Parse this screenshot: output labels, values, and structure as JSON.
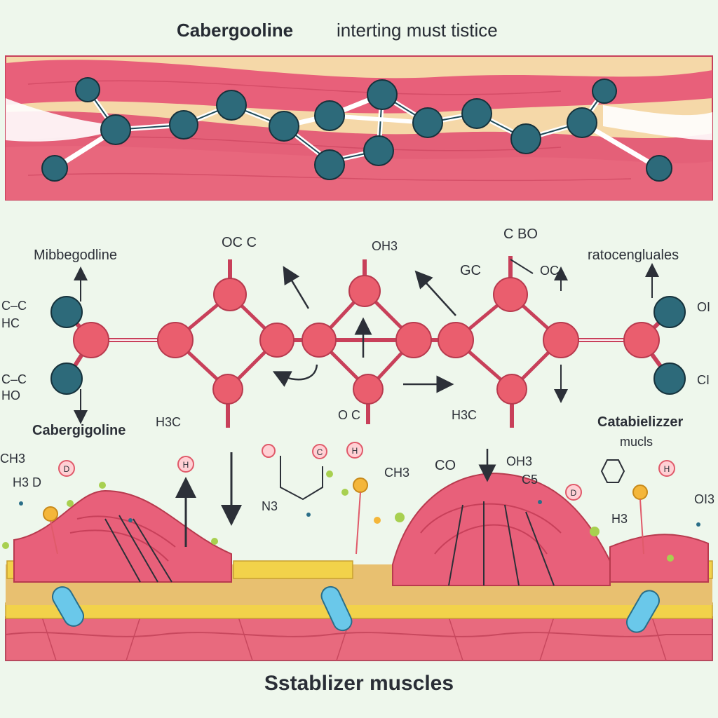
{
  "header": {
    "title_left": "Cabergooline",
    "title_right": "interting must tistice"
  },
  "footer": {
    "title": "Sstablizer muscles"
  },
  "labels": {
    "left_top": "Mibbegodline",
    "right_top": "ratocengluales",
    "left_bottom": "Cabergigoline",
    "right_bottom_1": "Catabielizzer",
    "right_bottom_2": "mucls",
    "g_oc1": "OC C",
    "g_oh3": "OH3",
    "g_bo": "C BO",
    "g_gc": "GC",
    "g_oc2": "OC",
    "g_cc1": "C–C",
    "g_hc1": "HC",
    "g_cc2": "C–C",
    "g_ho": "HO",
    "g_ol": "OI",
    "g_cr": "CI",
    "g_h3c1": "H3C",
    "g_oc3": "O    C",
    "g_h3c2": "H3C",
    "g_ch3a": "CH3",
    "g_h3d": "H3 D",
    "g_ch3b": "CH3",
    "g_n3": "N3",
    "g_co": "CO",
    "g_oh2": "OH3",
    "g_c5": "C5",
    "g_h3b": "H3",
    "g_ol2": "OI3",
    "b_d1": "D",
    "b_c": "C",
    "b_h1": "H",
    "b_d2": "D",
    "b_h2": "H",
    "b_h3": "H"
  },
  "colors": {
    "muscle": "#e8607a",
    "muscle_dark": "#c8405a",
    "atom_teal": "#2d6a7a",
    "atom_pink": "#ea5e6e",
    "fat": "#e8c070",
    "fat_band": "#f2d24a",
    "skin": "#e86a7e",
    "background": "#eef7ec"
  }
}
